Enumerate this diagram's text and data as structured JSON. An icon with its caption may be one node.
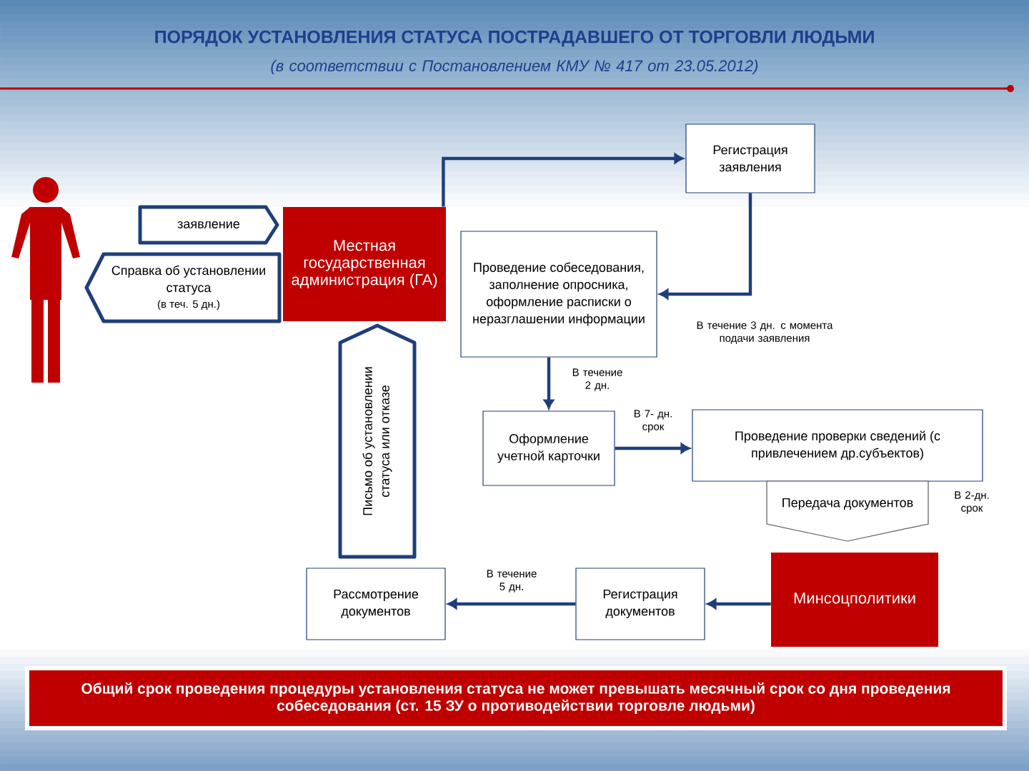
{
  "diagram": {
    "title": "ПОРЯДОК УСТАНОВЛЕНИЯ СТАТУСА ПОСТРАДАВШЕГО ОТ ТОРГОВЛИ ЛЮДЬМИ",
    "nodes": [
      {
        "text": [],
        "shape": "person"
      },
      {
        "text": [
          "заявление"
        ]
      },
      {
        "text": [
          "Справка об установлении статуса",
          "(в теч. 5 дн.)"
        ]
      },
      {
        "text": [
          "Местная государственная администрация (ГА)"
        ]
      },
      {
        "text": [
          "Регистрация заявления"
        ]
      },
      {
        "text": [
          "Проведение собеседования, заполнение опросника, оформление расписки о неразглашении информации"
        ]
      },
      {
        "text": [
          "Письмо об установлении статуса или отказе"
        ]
      },
      {
        "text": [
          "Оформление учетной карточки"
        ]
      },
      {
        "text": [
          "Проведение проверки сведений (с привлечением др.субъектов)"
        ]
      },
      {
        "text": [
          "Передача документов"
        ]
      },
      {
        "text": [
          "Минсоцполитики"
        ]
      },
      {
        "text": [
          "Регистрация документов"
        ]
      },
      {
        "text": [
          "Рассмотрение документов"
        ]
      },
      {
        "text": [
          "Общий срок проведения процедуры установления статуса не может превышать месячный срок со дня проведения собеседования (ст. 15 ЗУ о противодействии торговле людьми)"
        ]
      }
    ],
    "edges": [
      {
        "from": 3,
        "to": 4,
        "arrow": "to"
      },
      {
        "from": 4,
        "to": 5,
        "arrow": "to",
        "label": "В течение 3 дн. с момента подачи заявления"
      },
      {
        "from": 5,
        "to": 7,
        "arrow": "to",
        "label": "В течение 2 дн."
      },
      {
        "from": 7,
        "to": 8,
        "arrow": "to",
        "label": "В 7- дн. срок"
      },
      {
        "from": 10,
        "to": 11,
        "arrow": "to"
      },
      {
        "from": 11,
        "to": 12,
        "arrow": "to",
        "label": "В течение 5 дн."
      }
    ],
    "labels": [
      "(в соответствии с Постановлением КМУ № 417 от 23.05.2012)",
      "В 2-дн. срок"
    ]
  }
}
